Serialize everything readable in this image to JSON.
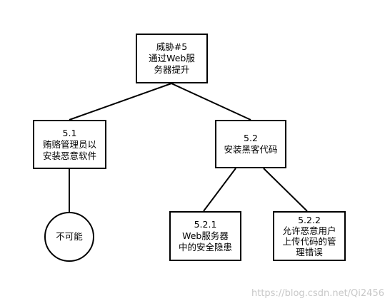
{
  "tree": {
    "root": {
      "lines": [
        "威胁#5",
        "通过Web服",
        "务器提升"
      ]
    },
    "node_5_1": {
      "lines": [
        "5.1",
        "贿赂管理员以",
        "安装恶意软件"
      ]
    },
    "node_5_1_leaf": {
      "lines": [
        "不可能"
      ]
    },
    "node_5_2": {
      "lines": [
        "5.2",
        "安装黑客代码"
      ]
    },
    "node_5_2_1": {
      "lines": [
        "5.2.1",
        "Web服务器",
        "中的安全隐患"
      ]
    },
    "node_5_2_2": {
      "lines": [
        "5.2.2",
        "允许恶意用户",
        "上传代码的管",
        "理错误"
      ]
    }
  },
  "watermark": "https://blog.csdn.net/Qi2456",
  "colors": {
    "stroke": "#000000",
    "background": "#ffffff",
    "watermark": "#c8c8c8"
  }
}
